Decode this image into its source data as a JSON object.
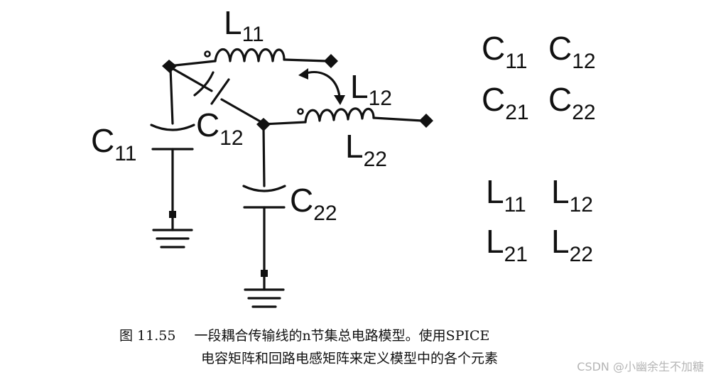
{
  "diagram": {
    "inductors": {
      "l11": {
        "main": "L",
        "sub": "11"
      },
      "l12": {
        "main": "L",
        "sub": "12"
      },
      "l22": {
        "main": "L",
        "sub": "22"
      }
    },
    "capacitors": {
      "c11": {
        "main": "C",
        "sub": "11"
      },
      "c12": {
        "main": "C",
        "sub": "12"
      },
      "c22": {
        "main": "C",
        "sub": "22"
      }
    },
    "c_matrix": [
      [
        {
          "main": "C",
          "sub": "11"
        },
        {
          "main": "C",
          "sub": "12"
        }
      ],
      [
        {
          "main": "C",
          "sub": "21"
        },
        {
          "main": "C",
          "sub": "22"
        }
      ]
    ],
    "l_matrix": [
      [
        {
          "main": "L",
          "sub": "11"
        },
        {
          "main": "L",
          "sub": "12"
        }
      ],
      [
        {
          "main": "L",
          "sub": "21"
        },
        {
          "main": "L",
          "sub": "22"
        }
      ]
    ]
  },
  "caption": {
    "figure_number": "图 11.55",
    "line1": "一段耦合传输线的n节集总电路模型。使用SPICE",
    "line2": "电容矩阵和回路电感矩阵来定义模型中的各个元素"
  },
  "watermark": "CSDN @小幽余生不加糖"
}
